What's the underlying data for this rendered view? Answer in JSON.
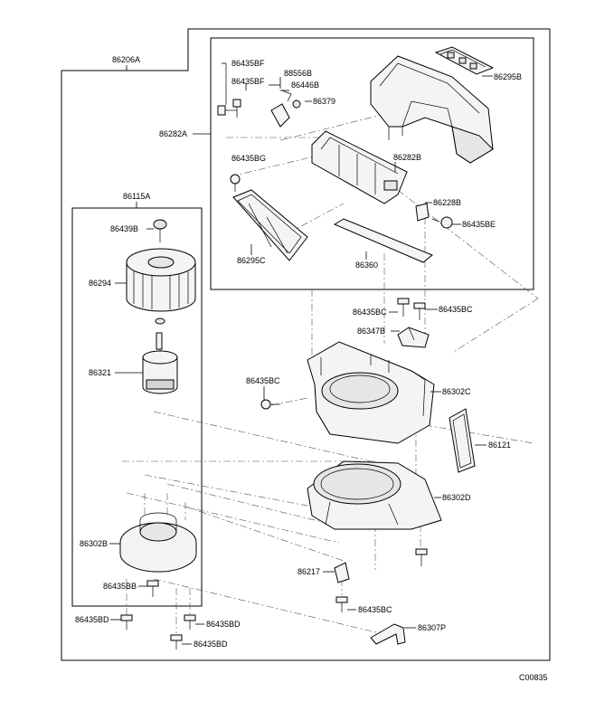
{
  "diagram": {
    "code": "C00835",
    "parts": {
      "housing_assembly": "86206A",
      "intake_assembly": "86282A",
      "motor_assembly": "86115A",
      "screw_bf_1": "86435BF",
      "screw_bf_2": "86435BF",
      "clip_88556b": "88556B",
      "clip_86446b": "86446B",
      "lever_86379": "86379",
      "screw_bg": "86435BG",
      "filter_case_upper": "86295B",
      "damper_86282b": "86282B",
      "bracket_86228b": "86228B",
      "screw_be": "86435BE",
      "filter_lower": "86295C",
      "seal_86360": "86360",
      "nut_86439b": "86439B",
      "fan_86294": "86294",
      "motor_86321": "86321",
      "screw_bc_1": "86435BC",
      "screw_bc_2": "86435BC",
      "resistor_86347b": "86347B",
      "screw_bc_3": "86435BC",
      "case_upper_86302c": "86302C",
      "gasket_86121": "86121",
      "case_lower_86302d": "86302D",
      "motor_case_86302b": "86302B",
      "bracket_86217": "86217",
      "screw_bb": "86435BB",
      "screw_bc_4": "86435BC",
      "screw_bd_1": "86435BD",
      "screw_bd_2": "86435BD",
      "screw_bd_3": "86435BD",
      "hose_86307p": "86307P"
    }
  }
}
